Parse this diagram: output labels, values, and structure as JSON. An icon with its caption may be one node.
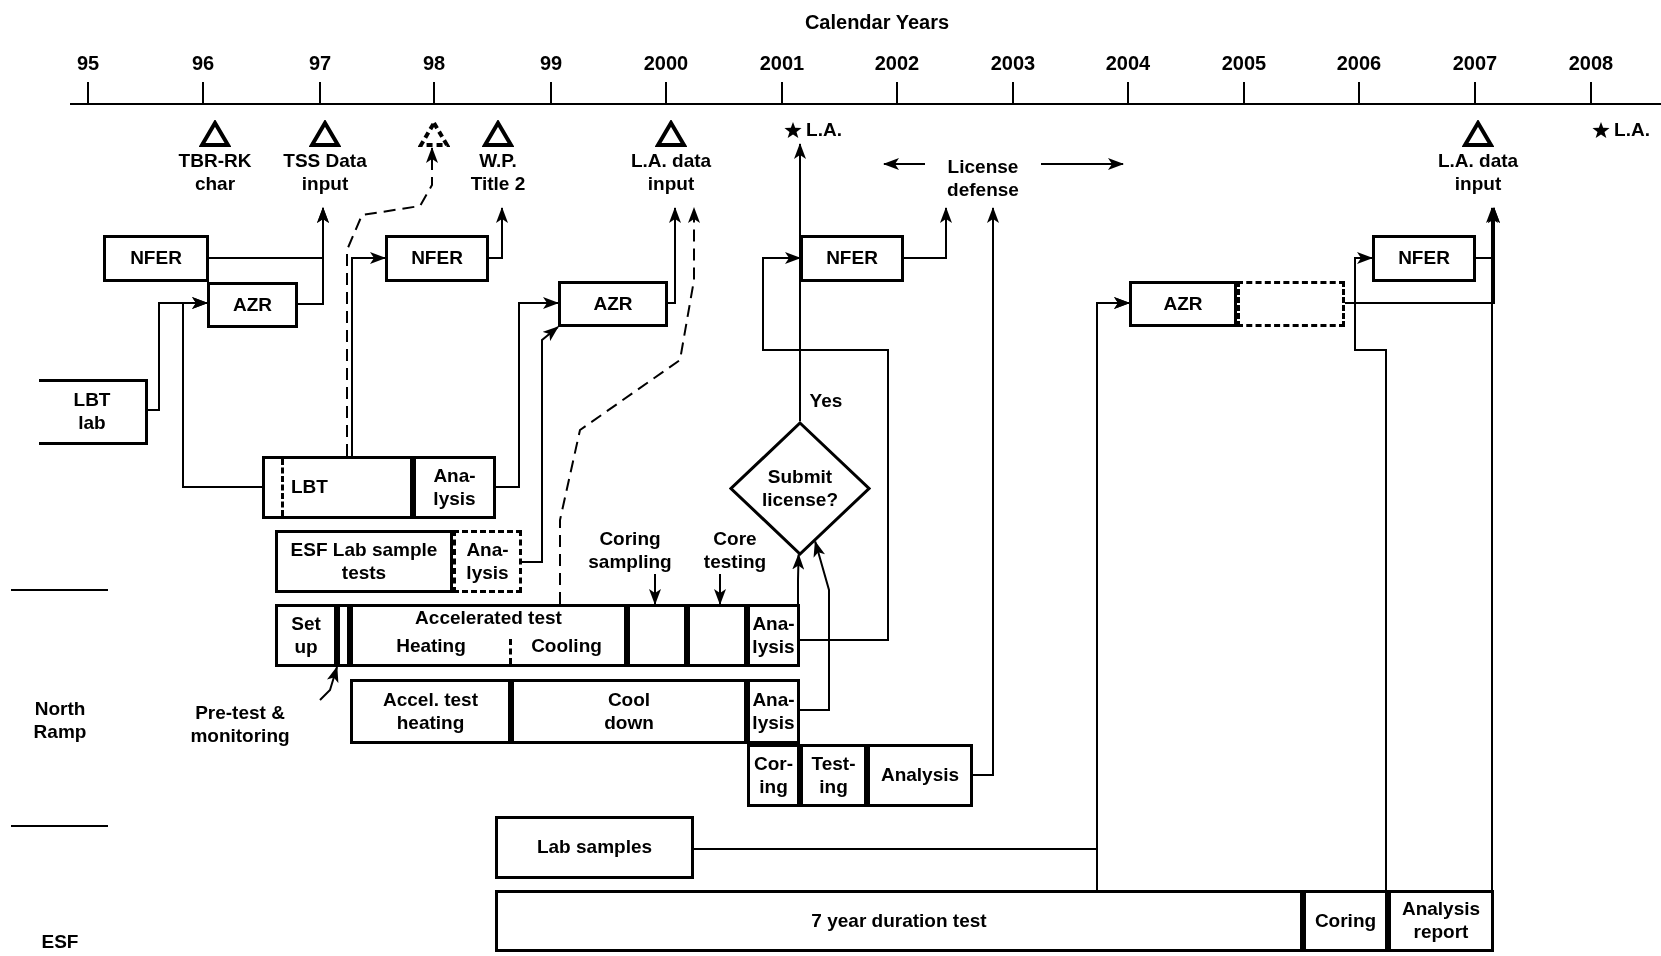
{
  "diagram": {
    "nodes": [
      {
        "text": [
          "TBR-RK char"
        ]
      },
      {
        "text": [
          "TSS Data input"
        ]
      },
      {
        "text": [],
        "shape": "triangle"
      },
      {
        "text": [
          "W.P. Title 2"
        ]
      },
      {
        "text": [
          "L.A. data input"
        ]
      },
      {
        "text": [
          "L.A."
        ]
      },
      {
        "text": [
          "License defense"
        ]
      },
      {
        "text": [
          "L.A. data input"
        ]
      },
      {
        "text": [
          "L.A."
        ]
      },
      {
        "text": [
          "NFER"
        ]
      },
      {
        "text": [
          "AZR"
        ]
      },
      {
        "text": [
          "NFER"
        ]
      },
      {
        "text": [
          "AZR"
        ]
      },
      {
        "text": [
          "NFER"
        ]
      },
      {
        "text": [
          "AZR"
        ]
      },
      {
        "text": [],
        "shape": "box"
      },
      {
        "text": [
          "NFER"
        ]
      },
      {
        "text": [
          "LBT lab"
        ]
      },
      {
        "text": [
          "LBT"
        ]
      },
      {
        "text": [
          "Ana- lysis"
        ]
      },
      {
        "text": [
          "ESF Lab sample tests"
        ]
      },
      {
        "text": [
          "Ana- lysis"
        ]
      },
      {
        "text": [
          "Submit license?"
        ]
      },
      {
        "text": [
          "Set up"
        ]
      },
      {
        "text": [],
        "shape": "box"
      },
      {
        "text": [
          "Accelerated test",
          "Heating",
          "Cooling"
        ]
      },
      {
        "text": [],
        "shape": "box"
      },
      {
        "text": [],
        "shape": "box"
      },
      {
        "text": [
          "Ana- lysis"
        ]
      },
      {
        "text": [
          "Accel. test heating"
        ]
      },
      {
        "text": [
          "Cool down"
        ]
      },
      {
        "text": [
          "Ana- lysis"
        ]
      },
      {
        "text": [
          "Cor- ing"
        ]
      },
      {
        "text": [
          "Test- ing"
        ]
      },
      {
        "text": [
          "Analysis"
        ]
      },
      {
        "text": [
          "Lab samples"
        ]
      },
      {
        "text": [
          "7 year duration test"
        ]
      },
      {
        "text": [
          "Coring"
        ]
      },
      {
        "text": [
          "Analysis report"
        ]
      },
      {
        "text": [
          "Coring sampling"
        ]
      },
      {
        "text": [
          "Core testing"
        ]
      },
      {
        "text": [
          "Pre-test & monitoring"
        ]
      }
    ],
    "edges": [
      {
        "from": 17,
        "to": 10,
        "arrow": "to"
      },
      {
        "from": 18,
        "to": 10,
        "arrow": "to"
      },
      {
        "from": 9,
        "to": 1,
        "arrow": "to"
      },
      {
        "from": 10,
        "to": 1,
        "arrow": "to"
      },
      {
        "from": 18,
        "to": 11,
        "arrow": "to"
      },
      {
        "from": 18,
        "to": 2,
        "arrow": "to",
        "style": "dashed"
      },
      {
        "from": 11,
        "to": 3,
        "arrow": "to"
      },
      {
        "from": 19,
        "to": 12,
        "arrow": "to"
      },
      {
        "from": 21,
        "to": 12,
        "arrow": "to"
      },
      {
        "from": 12,
        "to": 4,
        "arrow": "to"
      },
      {
        "from": 25,
        "to": 4,
        "arrow": "to",
        "style": "dashed"
      },
      {
        "from": 28,
        "to": 22,
        "arrow": "to"
      },
      {
        "from": 31,
        "to": 22,
        "arrow": "to"
      },
      {
        "from": 28,
        "to": 13,
        "arrow": "to"
      },
      {
        "from": 22,
        "to": 5,
        "arrow": "to",
        "label": "Yes"
      },
      {
        "from": 13,
        "to": 6,
        "arrow": "to"
      },
      {
        "from": 34,
        "to": 6,
        "arrow": "to"
      },
      {
        "from": 36,
        "to": 14,
        "arrow": "to"
      },
      {
        "from": 35,
        "to": 14,
        "arrow": "to"
      },
      {
        "from": 15,
        "to": 7,
        "arrow": "to"
      },
      {
        "from": 16,
        "to": 7,
        "arrow": "to"
      },
      {
        "from": 38,
        "to": 7,
        "arrow": "to"
      },
      {
        "from": 37,
        "to": 16,
        "arrow": "to"
      },
      {
        "from": 39,
        "to": 26,
        "arrow": "to"
      },
      {
        "from": 40,
        "to": 27,
        "arrow": "to"
      },
      {
        "from": 41,
        "to": 24,
        "arrow": "to"
      }
    ],
    "labels": [
      "Calendar Years",
      "95",
      "96",
      "97",
      "98",
      "99",
      "2000",
      "2001",
      "2002",
      "2003",
      "2004",
      "2005",
      "2006",
      "2007",
      "2008",
      "North Ramp",
      "ESF"
    ]
  }
}
